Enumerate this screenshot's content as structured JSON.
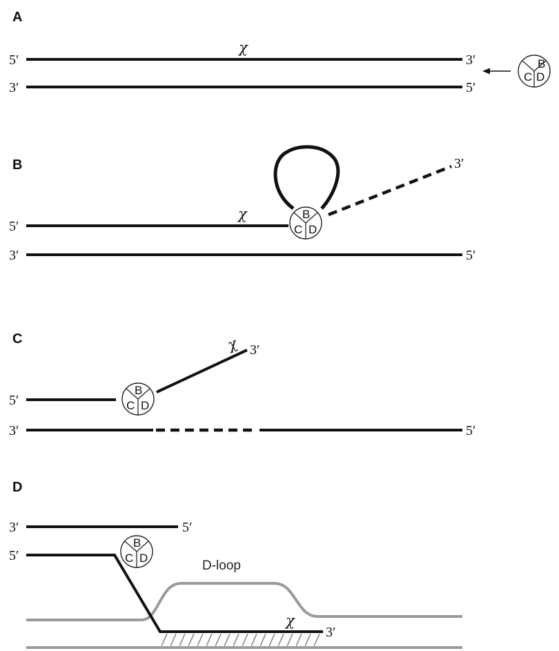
{
  "panels": {
    "A": {
      "label": "A",
      "top_5": "5′",
      "top_3": "3′",
      "bot_3": "3′",
      "bot_5": "5′",
      "chi": "χ"
    },
    "B": {
      "label": "B",
      "top_5": "5′",
      "tail_3": "3′",
      "bot_3": "3′",
      "bot_5": "5′",
      "chi": "χ"
    },
    "C": {
      "label": "C",
      "top_5": "5′",
      "tail_3": "3′",
      "bot_3": "3′",
      "bot_5": "5′",
      "chi": "χ"
    },
    "D": {
      "label": "D",
      "top_3": "3′",
      "top_5": "5′",
      "lower_5": "5′",
      "invading_3": "3′",
      "chi": "χ",
      "dloop_label": "D-loop"
    }
  },
  "enzyme": {
    "sub_b": "B",
    "sub_c": "C",
    "sub_d": "D"
  },
  "colors": {
    "strand": "#111111",
    "recipient_dna": "#9a9a9a"
  }
}
